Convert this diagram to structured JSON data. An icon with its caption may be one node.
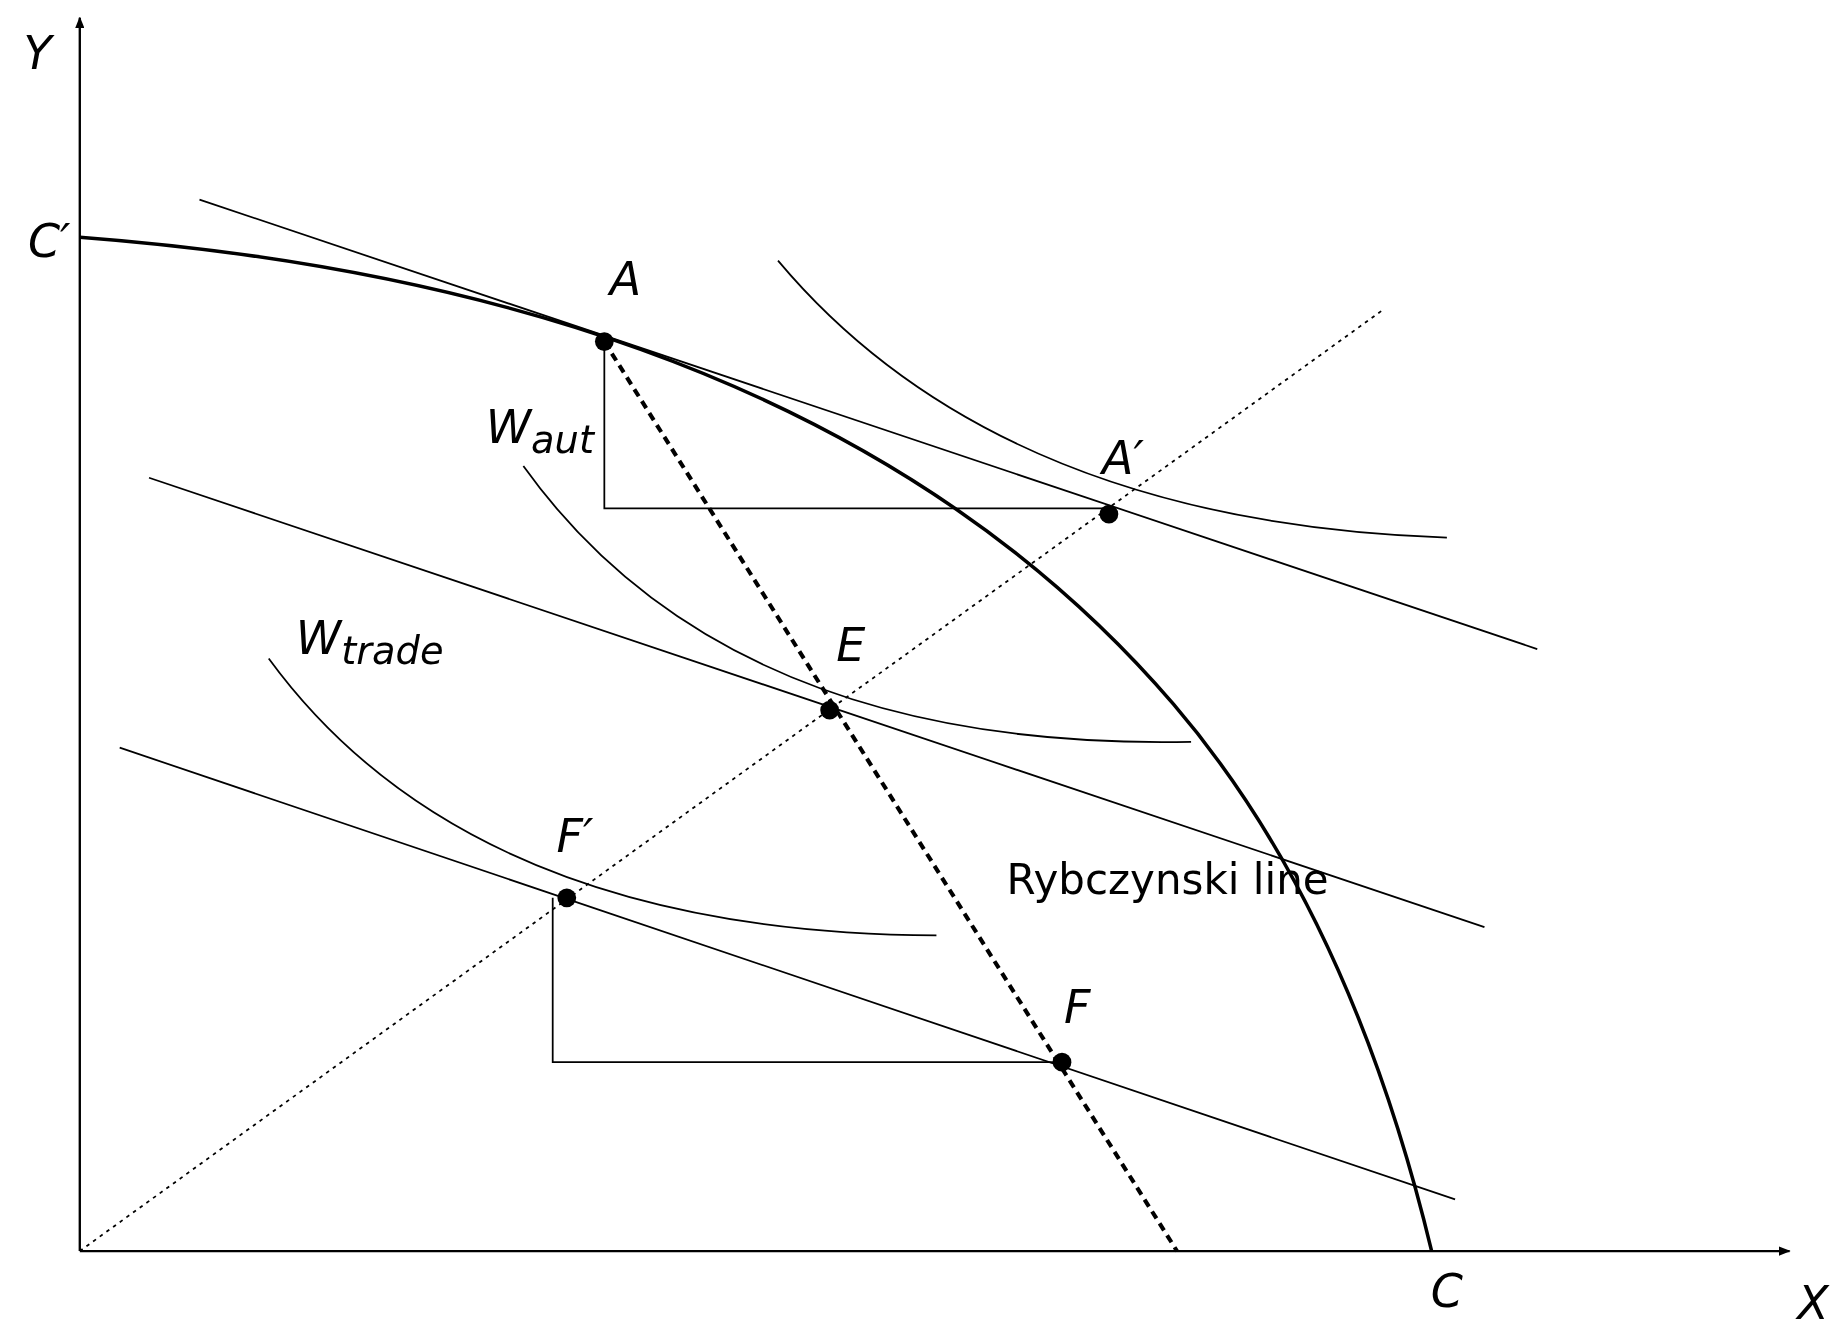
{
  "diagram": {
    "labels": [
      "Y",
      "C′",
      "A",
      "W$_{aut}$",
      "A′",
      "W$_{trade}$",
      "E",
      "F′",
      "Rybczynski line",
      "F",
      "C",
      "X"
    ]
  }
}
